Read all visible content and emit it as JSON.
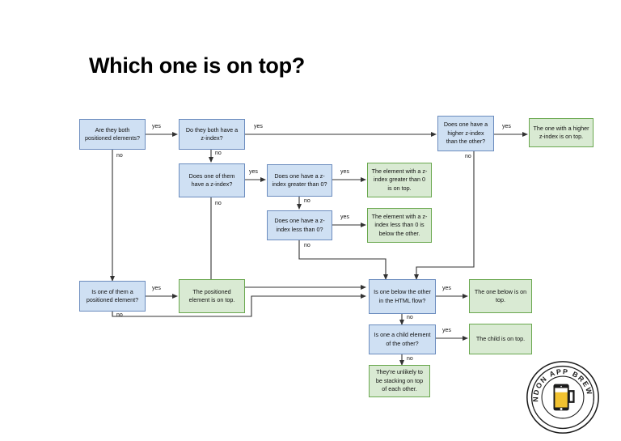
{
  "slide": {
    "title": "Which one is on top?",
    "background_color": "#ffffff"
  },
  "theme": {
    "decision_fill": "#cfe0f3",
    "decision_stroke": "#6b8cbe",
    "terminal_fill": "#d9ead3",
    "terminal_stroke": "#6aa84f",
    "connector_color": "#333333",
    "text_color": "#111111"
  },
  "chart_data": {
    "type": "diagram",
    "title": "Which one is on top?",
    "nodes": [
      {
        "id": "n1",
        "kind": "decision",
        "text": "Are they both positioned elements?"
      },
      {
        "id": "n2",
        "kind": "decision",
        "text": "Do they both have a z-index?"
      },
      {
        "id": "n3",
        "kind": "decision",
        "text": "Does one have a higher z-index than the other?"
      },
      {
        "id": "n4",
        "kind": "terminal",
        "text": "The one with a higher z-index is on top."
      },
      {
        "id": "n5",
        "kind": "decision",
        "text": "Does one of them have a z-index?"
      },
      {
        "id": "n6",
        "kind": "decision",
        "text": "Does one have a z-index greater than 0?"
      },
      {
        "id": "n7",
        "kind": "terminal",
        "text": "The element with a z-index greater than 0 is on top."
      },
      {
        "id": "n8",
        "kind": "decision",
        "text": "Does one have a z-index less than 0?"
      },
      {
        "id": "n9",
        "kind": "terminal",
        "text": "The element with a z-index less than 0 is below the other."
      },
      {
        "id": "n10",
        "kind": "decision",
        "text": "Is one of them a positioned element?"
      },
      {
        "id": "n11",
        "kind": "terminal",
        "text": "The positioned element is on top."
      },
      {
        "id": "n12",
        "kind": "decision",
        "text": "Is one below the other in the HTML flow?"
      },
      {
        "id": "n13",
        "kind": "terminal",
        "text": "The one below is on top."
      },
      {
        "id": "n14",
        "kind": "decision",
        "text": "Is one a child element of the other?"
      },
      {
        "id": "n15",
        "kind": "terminal",
        "text": "The child is on top."
      },
      {
        "id": "n16",
        "kind": "terminal",
        "text": "They're unlikely to be stacking on top of each other."
      }
    ],
    "edges": [
      {
        "from": "n1",
        "to": "n2",
        "label": "yes"
      },
      {
        "from": "n1",
        "to": "n10",
        "label": "no"
      },
      {
        "from": "n2",
        "to": "n3",
        "label": "yes"
      },
      {
        "from": "n2",
        "to": "n5",
        "label": "no"
      },
      {
        "from": "n3",
        "to": "n4",
        "label": "yes"
      },
      {
        "from": "n3",
        "to": "n12",
        "label": "no"
      },
      {
        "from": "n5",
        "to": "n6",
        "label": "yes"
      },
      {
        "from": "n5",
        "to": "n12",
        "label": "no"
      },
      {
        "from": "n6",
        "to": "n7",
        "label": "yes"
      },
      {
        "from": "n6",
        "to": "n8",
        "label": "no"
      },
      {
        "from": "n8",
        "to": "n9",
        "label": "yes"
      },
      {
        "from": "n8",
        "to": "n12",
        "label": "no"
      },
      {
        "from": "n10",
        "to": "n11",
        "label": "yes"
      },
      {
        "from": "n10",
        "to": "n12",
        "label": "no"
      },
      {
        "from": "n12",
        "to": "n13",
        "label": "yes"
      },
      {
        "from": "n12",
        "to": "n14",
        "label": "no"
      },
      {
        "from": "n14",
        "to": "n15",
        "label": "yes"
      },
      {
        "from": "n14",
        "to": "n16",
        "label": "no"
      }
    ]
  },
  "nodes": {
    "n1": "Are they both positioned elements?",
    "n2": "Do they both have a z-index?",
    "n3": "Does one have a higher z-index than the other?",
    "n4": "The one with a higher z-index is on top.",
    "n5": "Does one of them have a z-index?",
    "n6": "Does one have a z-index greater than 0?",
    "n7": "The element with a z-index greater than 0 is on top.",
    "n8": "Does one have a z-index less than 0?",
    "n9": "The element with a z-index less than 0 is below the other.",
    "n10": "Is one of them a positioned element?",
    "n11": "The positioned element is on top.",
    "n12": "Is one below the other in the HTML flow?",
    "n13": "The one below is on top.",
    "n14": "Is one a child element of the other?",
    "n15": "The child is on top.",
    "n16": "They're unlikely to be stacking on top of each other."
  },
  "labels": {
    "e1_yes": "yes",
    "e1_no": "no",
    "e2_yes": "yes",
    "e2_no": "no",
    "e3_yes": "yes",
    "e3_no": "no",
    "e5_yes": "yes",
    "e5_no": "no",
    "e6_yes": "yes",
    "e6_no": "no",
    "e8_yes": "yes",
    "e8_no": "no",
    "e10_yes": "yes",
    "e10_no": "no",
    "e12_yes": "yes",
    "e12_no": "no",
    "e14_yes": "yes",
    "e14_no": "no"
  },
  "logo": {
    "text": "LONDON APP BREWERY",
    "icon": "beer-mug-phone-icon",
    "beer_color": "#f2c230"
  }
}
